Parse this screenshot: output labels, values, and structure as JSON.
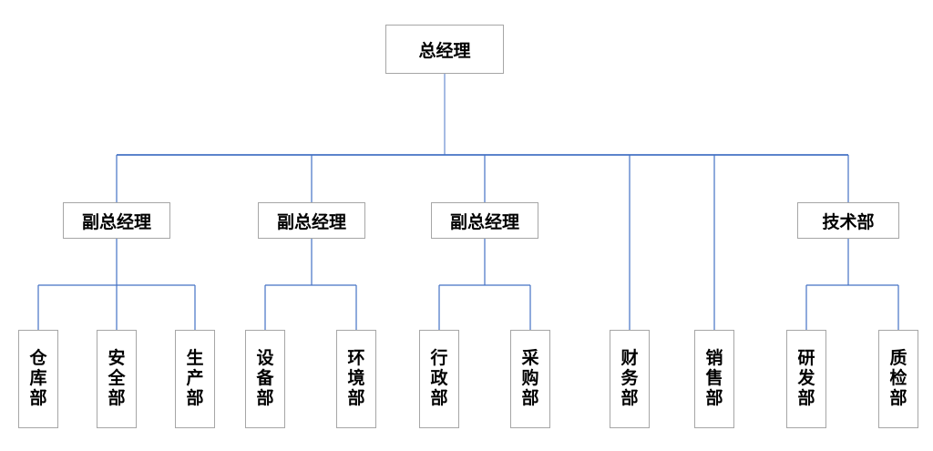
{
  "org": {
    "root": "总经理",
    "managers": [
      "副总经理",
      "副总经理",
      "副总经理",
      "技术部"
    ],
    "departments": [
      "仓库部",
      "安全部",
      "生产部",
      "设备部",
      "环境部",
      "行政部",
      "采购部",
      "财务部",
      "销售部",
      "研发部",
      "质检部"
    ],
    "hierarchy": [
      {
        "parent": "总经理",
        "children": [
          "副总经理",
          "副总经理",
          "副总经理",
          "财务部",
          "销售部",
          "技术部"
        ]
      },
      {
        "parent": "副总经理",
        "children": [
          "仓库部",
          "安全部",
          "生产部"
        ]
      },
      {
        "parent": "副总经理",
        "children": [
          "设备部",
          "环境部"
        ]
      },
      {
        "parent": "副总经理",
        "children": [
          "行政部",
          "采购部"
        ]
      },
      {
        "parent": "技术部",
        "children": [
          "研发部",
          "质检部"
        ]
      }
    ],
    "colors": {
      "connector": "#4472C4",
      "connector_light": "#8FAADC",
      "box_border": "#A6A6A6",
      "text": "#000000",
      "background": "#FFFFFF"
    }
  }
}
